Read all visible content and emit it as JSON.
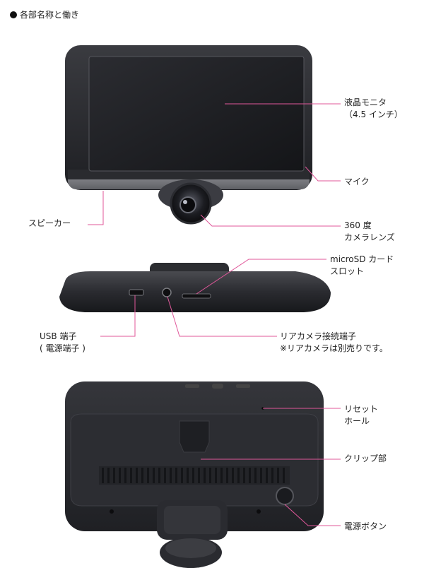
{
  "heading": "各部名称と働き",
  "labels": {
    "monitor_line1": "液晶モニタ",
    "monitor_line2": "（4.5 インチ）",
    "mic": "マイク",
    "speaker": "スピーカー",
    "lens_line1": "360 度",
    "lens_line2": "カメラレンズ",
    "microsd_line1": "microSD カード",
    "microsd_line2": "スロット",
    "usb_line1": "USB 端子",
    "usb_line2": "( 電源端子 )",
    "rear_cam_line1": "リアカメラ接続端子",
    "rear_cam_line2": "※リアカメラは別売りです。",
    "reset_line1": "リセット",
    "reset_line2": "ホール",
    "clip": "クリップ部",
    "power": "電源ボタン"
  },
  "colors": {
    "leader_line": "#e0579a",
    "device_body": "#2a2b2f",
    "screen": "#1a1b1f"
  }
}
